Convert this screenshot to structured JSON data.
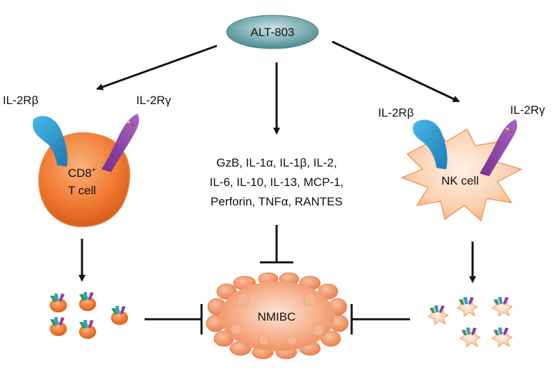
{
  "drug": {
    "label": "ALT-803"
  },
  "receptors": {
    "beta": "IL-2Rβ",
    "gamma": "IL-2Rγ"
  },
  "cells": {
    "cd8_line1": "CD8",
    "cd8_sup": "+",
    "cd8_line2": "T cell",
    "nk": "NK cell"
  },
  "cytokines": {
    "line1": "GzB, IL-1α, IL-1β, IL-2,",
    "line2": "IL-6, IL-10, IL-13, MCP-1,",
    "line3": "Perforin, TNFα, RANTES"
  },
  "tumor": {
    "label": "NMIBC"
  },
  "colors": {
    "drug_fill": "#6fa3a8",
    "cell_orange": "#f07a32",
    "nk_fill": "#fbd3b5",
    "receptor_blue": "#2a9ed6",
    "receptor_purple": "#8a3fa8",
    "receptor_green": "#3a9a4a",
    "tumor_orange": "#ef8a58"
  }
}
